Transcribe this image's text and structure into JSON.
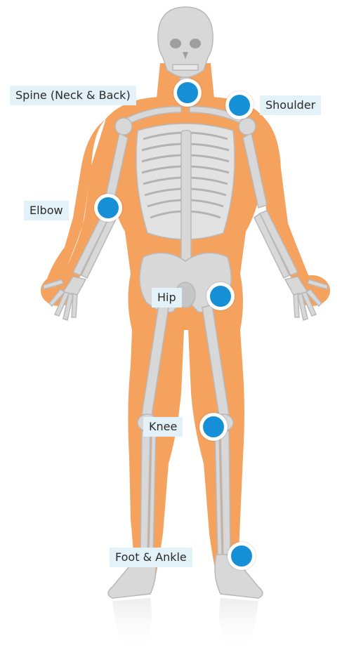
{
  "colors": {
    "skin": "#f5a25f",
    "bone": "#d8d8d8",
    "bone_edge": "#b9b9b9",
    "marker": "#1590d6",
    "label_bg": "#e3f1f8",
    "label_text": "#2b2b2b"
  },
  "points": [
    {
      "id": "spine",
      "label": "Spine (Neck & Back)"
    },
    {
      "id": "shoulder",
      "label": "Shoulder"
    },
    {
      "id": "elbow",
      "label": "Elbow"
    },
    {
      "id": "hip",
      "label": "Hip"
    },
    {
      "id": "knee",
      "label": "Knee"
    },
    {
      "id": "foot",
      "label": "Foot & Ankle"
    }
  ]
}
